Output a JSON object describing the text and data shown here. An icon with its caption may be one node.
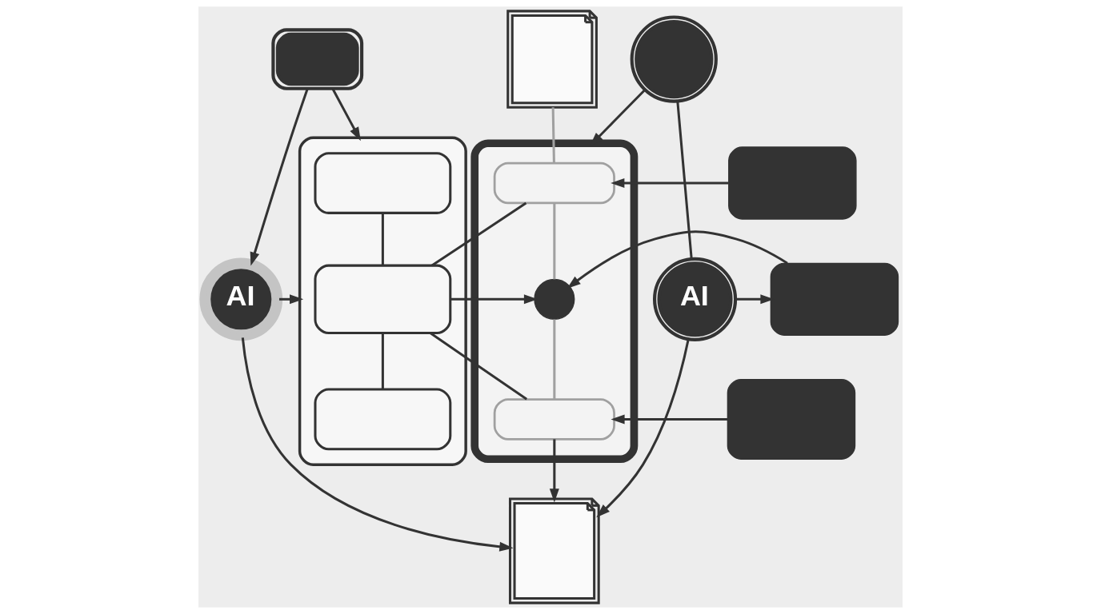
{
  "diagram": {
    "nodes": [
      {
        "text": [],
        "shape": "picture"
      },
      {
        "text": [
          "AI"
        ]
      },
      {
        "text": [],
        "shape": "box"
      },
      {
        "text": [],
        "shape": "box",
        "in": 2
      },
      {
        "text": [],
        "shape": "box",
        "in": 2
      },
      {
        "text": [],
        "shape": "box",
        "in": 2
      },
      {
        "text": [],
        "shape": "box"
      },
      {
        "text": [],
        "shape": "picture"
      },
      {
        "text": [],
        "shape": "box",
        "in": 6
      },
      {
        "text": [],
        "shape": "circle",
        "in": 6
      },
      {
        "text": [],
        "shape": "box",
        "in": 6
      },
      {
        "text": [],
        "shape": "box"
      },
      {
        "text": [],
        "shape": "box"
      },
      {
        "text": [],
        "shape": "box"
      },
      {
        "text": [],
        "shape": "picture"
      },
      {
        "text": [
          "AI"
        ]
      },
      {
        "text": [],
        "shape": "picture"
      }
    ],
    "edges": [
      {
        "from": 0,
        "to": 2,
        "arrow": "to"
      },
      {
        "from": 0,
        "to": 1,
        "arrow": "to"
      },
      {
        "from": 1,
        "to": 2,
        "arrow": "to"
      },
      {
        "from": 1,
        "to": 16,
        "arrow": "to"
      },
      {
        "from": 3,
        "to": 4,
        "arrow": "none"
      },
      {
        "from": 4,
        "to": 5,
        "arrow": "none"
      },
      {
        "from": 4,
        "to": 8,
        "arrow": "none"
      },
      {
        "from": 4,
        "to": 9,
        "arrow": "to"
      },
      {
        "from": 4,
        "to": 10,
        "arrow": "none"
      },
      {
        "from": 7,
        "to": 8,
        "arrow": "none",
        "color": "#a0a0a0"
      },
      {
        "from": 8,
        "to": 9,
        "arrow": "none",
        "color": "#a0a0a0"
      },
      {
        "from": 9,
        "to": 10,
        "arrow": "none",
        "color": "#a0a0a0"
      },
      {
        "from": 10,
        "to": 16,
        "arrow": "to"
      },
      {
        "from": 14,
        "to": 6,
        "arrow": "to"
      },
      {
        "from": 11,
        "to": 8,
        "arrow": "to"
      },
      {
        "from": 12,
        "to": 9,
        "arrow": "to"
      },
      {
        "from": 13,
        "to": 10,
        "arrow": "to"
      },
      {
        "from": 14,
        "to": 15,
        "arrow": "none"
      },
      {
        "from": 15,
        "to": 12,
        "arrow": "to"
      },
      {
        "from": 15,
        "to": 16,
        "arrow": "to"
      }
    ]
  }
}
